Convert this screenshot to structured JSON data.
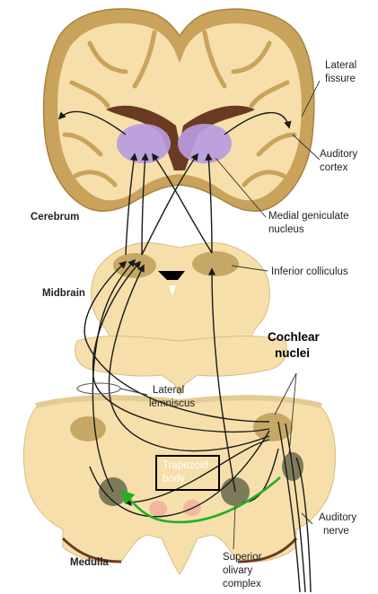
{
  "regions": {
    "cerebrum": "Cerebrum",
    "midbrain": "Midbrain",
    "medulla": "Medulla"
  },
  "labels": {
    "lateral_fissure": [
      "Lateral",
      "fissure"
    ],
    "auditory_cortex": [
      "Auditory",
      "cortex"
    ],
    "medial_geniculate": [
      "Medial geniculate",
      "nucleus"
    ],
    "inferior_colliculus": "Inferior colliculus",
    "cochlear_nuclei": [
      "Cochlear",
      "nuclei"
    ],
    "lateral_lemniscus": [
      "Lateral",
      "lemniscus"
    ],
    "trapezoid_body": [
      "Trapezoid",
      "body"
    ],
    "auditory_nerve": [
      "Auditory",
      "nerve"
    ],
    "superior_olivary": [
      "Superior",
      "olivary",
      "complex"
    ]
  },
  "colors": {
    "tissue": "#f6dfab",
    "cortex": "#c9a35c",
    "ventricle": "#6b3a22",
    "nucleus": "#b79be0",
    "midbrain_nucleus": "#c6a866",
    "olive": "#7e7b5a",
    "trapezoid": "#f2b7a0",
    "pathway": "#1a1a1a",
    "highlight_arrow": "#21b021"
  }
}
